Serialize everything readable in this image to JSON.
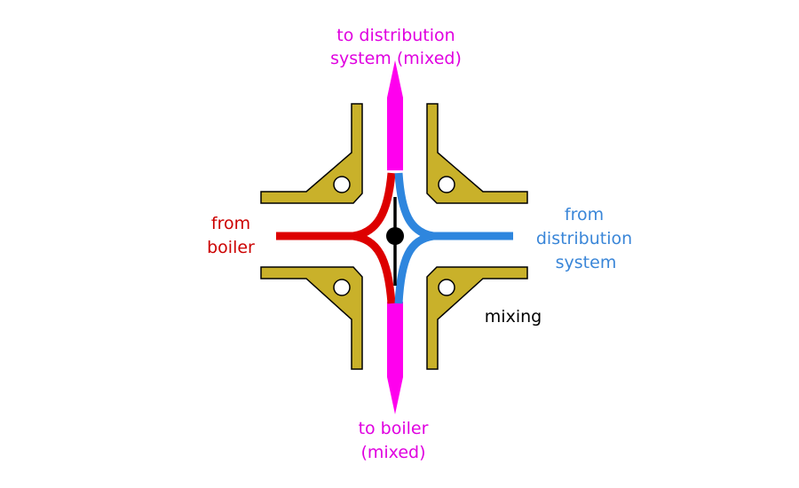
{
  "labels": {
    "top_line1": "to distribution",
    "top_line2": "system (mixed)",
    "left_line1": "from",
    "left_line2": "boiler",
    "right_line1": "from",
    "right_line2": "distribution",
    "right_line3": "system",
    "bottom_line1": "to boiler",
    "bottom_line2": "(mixed)",
    "state": "mixing"
  },
  "colors": {
    "hot": "#dd0000",
    "cold": "#2e86de",
    "mixed": "#ff00ee",
    "valve_body": "#c9b12a",
    "outline": "#000000",
    "label_hot": "#cc0000",
    "label_cold": "#3a86d8",
    "label_mixed": "#e000e0",
    "label_state": "#000000"
  }
}
